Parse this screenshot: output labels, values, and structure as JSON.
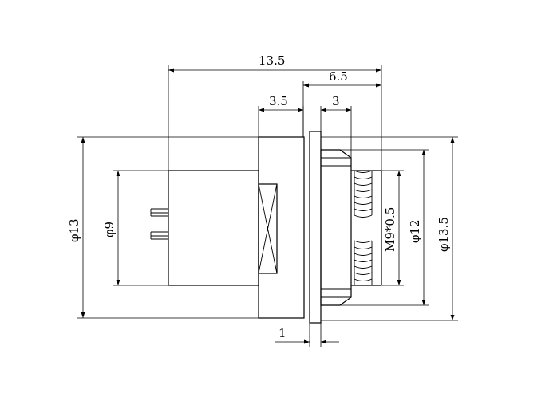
{
  "drawing": {
    "dimensions": {
      "overall_length": "13.5",
      "thread_length": "6.5",
      "flange_offset": "3.5",
      "nut_width": "3",
      "panel_thickness": "1",
      "body_diameter": "φ13",
      "insert_diameter": "φ9",
      "thread_spec": "M9*0.5",
      "nut_diameter": "φ12",
      "washer_diameter": "φ13.5"
    }
  }
}
